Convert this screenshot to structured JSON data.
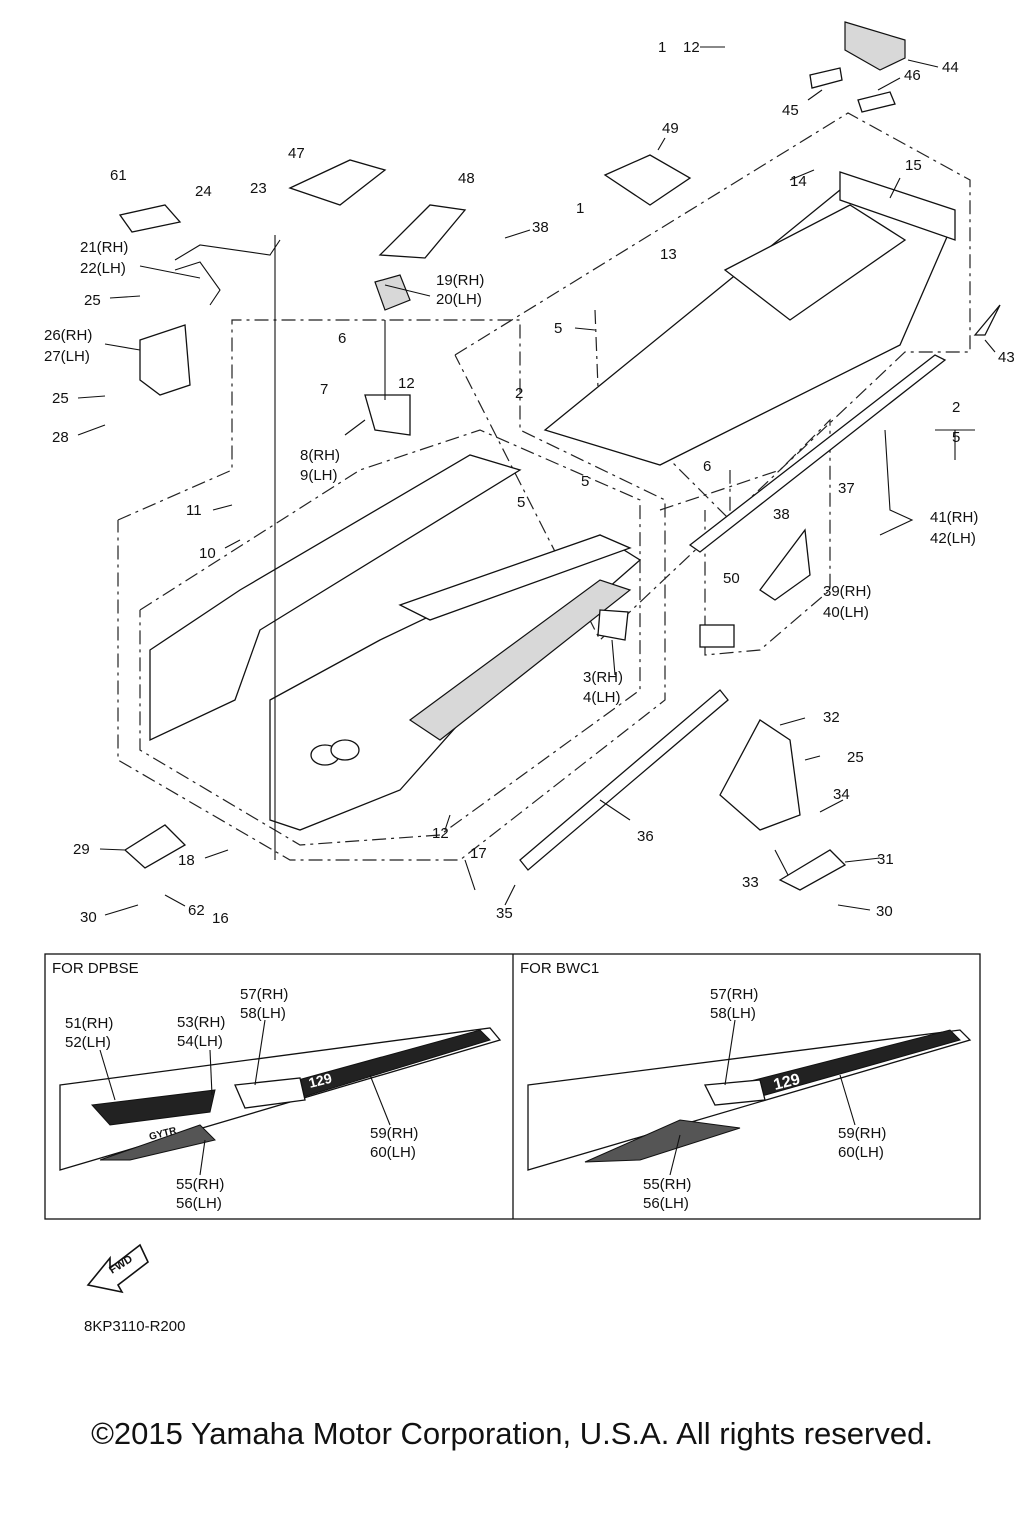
{
  "callouts": {
    "c1": "1",
    "c1b": "1",
    "c12top": "12",
    "c44": "44",
    "c46": "46",
    "c45": "45",
    "c49": "49",
    "c15": "15",
    "c14": "14",
    "c47": "47",
    "c48": "48",
    "c61": "61",
    "c24": "24",
    "c23": "23",
    "c38a": "38",
    "c21": "21(RH)",
    "c22": "22(LH)",
    "c19": "19(RH)",
    "c20": "20(LH)",
    "c13": "13",
    "c25a": "25",
    "c26": "26(RH)",
    "c27": "27(LH)",
    "c5a": "5",
    "c43": "43",
    "c6a": "6",
    "c7": "7",
    "c12a": "12",
    "c2": "2",
    "c25b": "25",
    "c28": "28",
    "c8": "8(RH)",
    "c9": "9(LH)",
    "c2b": "2",
    "c5bracket": "5",
    "c6b": "6",
    "c37": "37",
    "c5b": "5",
    "c11": "11",
    "c5c": "5",
    "c41": "41(RH)",
    "c42": "42(LH)",
    "c38b": "38",
    "c10": "10",
    "c39": "39(RH)",
    "c40": "40(LH)",
    "c50": "50",
    "c3": "3(RH)",
    "c4": "4(LH)",
    "c32": "32",
    "c25c": "25",
    "c34": "34",
    "c12b": "12",
    "c36": "36",
    "c29": "29",
    "c18": "18",
    "c17": "17",
    "c31": "31",
    "c33": "33",
    "c30a": "30",
    "c62": "62",
    "c16": "16",
    "c35": "35",
    "c30b": "30"
  },
  "panels": {
    "left": {
      "title": "FOR DPBSE",
      "labels": {
        "l57": "57(RH)",
        "l58": "58(LH)",
        "l51": "51(RH)",
        "l52": "52(LH)",
        "l53": "53(RH)",
        "l54": "54(LH)",
        "l59": "59(RH)",
        "l60": "60(LH)",
        "l55": "55(RH)",
        "l56": "56(LH)"
      },
      "decal_text": "129",
      "decal_model": "GYTR"
    },
    "right": {
      "title": "FOR BWC1",
      "labels": {
        "l57": "57(RH)",
        "l58": "58(LH)",
        "l59": "59(RH)",
        "l60": "60(LH)",
        "l55": "55(RH)",
        "l56": "56(LH)"
      },
      "decal_text": "129"
    }
  },
  "fwd_label": "FWD",
  "diagram_code": "8KP3110-R200",
  "copyright": "©2015 Yamaha Motor Corporation, U.S.A. All rights reserved."
}
